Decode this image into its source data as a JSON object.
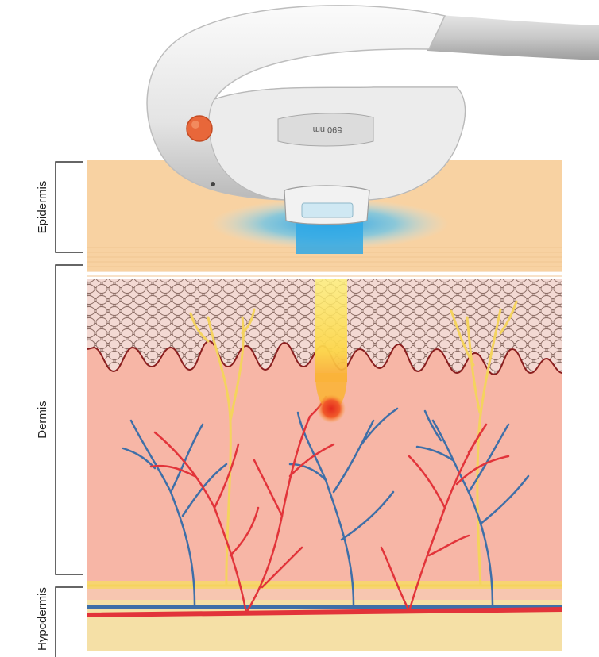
{
  "labels": {
    "epidermis": "Epidermis",
    "dermis": "Dermis",
    "hypodermis": "Hypodermis"
  },
  "device": {
    "wavelength_label": "590 nm"
  },
  "colors": {
    "epidermis": "#f8d2a2",
    "dermis": "#f7b6a6",
    "hypodermis": "#f5e0a6",
    "artery": "#e2343a",
    "vein": "#3e6fa8",
    "nerve": "#f4d35e",
    "light": "#3ab7ea",
    "hotspot": "#e8402a"
  },
  "icons": {
    "handpiece": "ipl-handpiece-icon",
    "indicator": "orange-indicator-icon"
  }
}
